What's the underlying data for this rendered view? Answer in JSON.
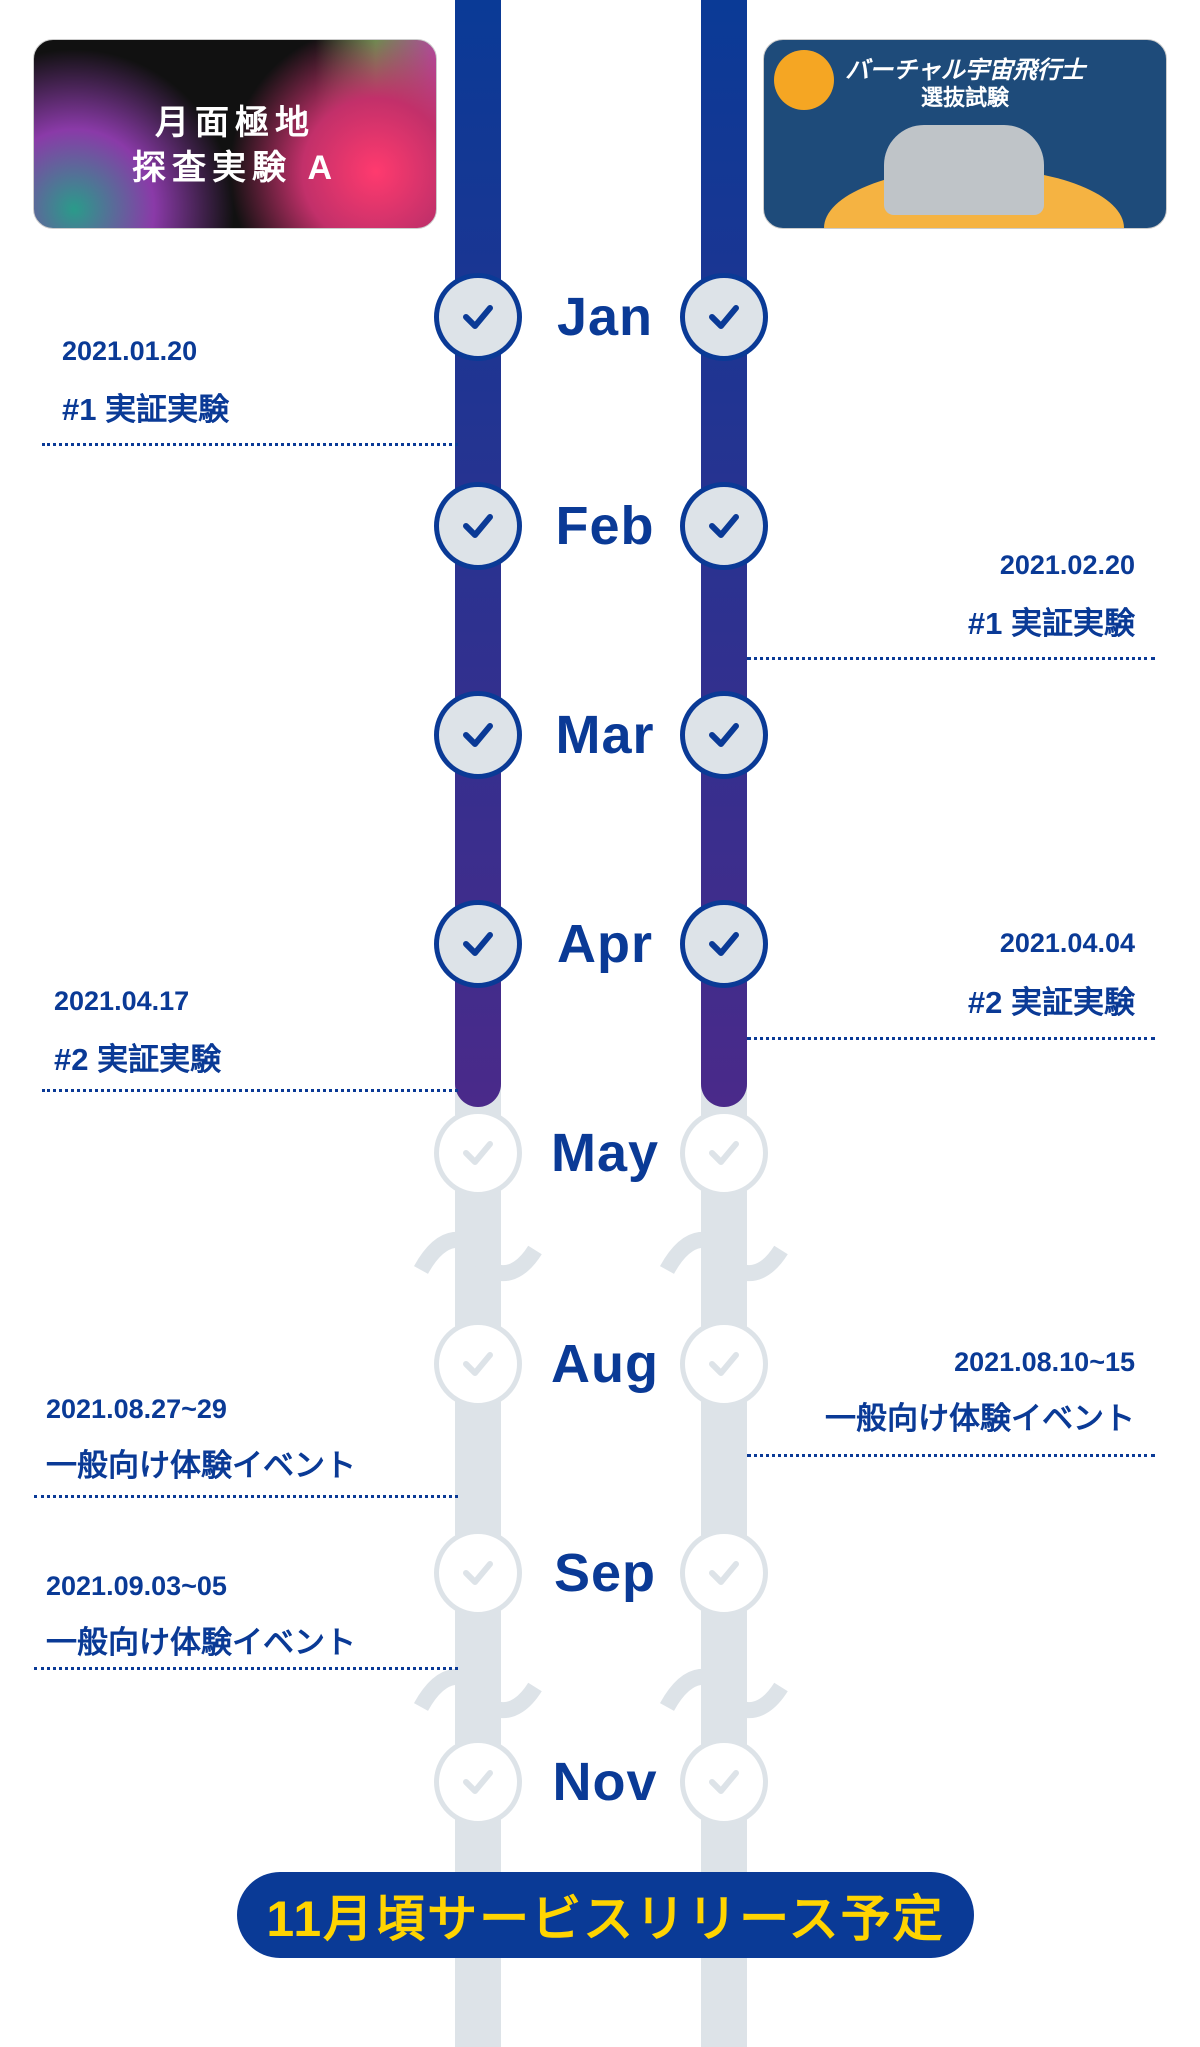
{
  "cards": [
    {
      "title_line1": "月面極地",
      "title_line2": "探査実験 A"
    },
    {
      "title_line1": "バーチャル宇宙飛行士",
      "title_line2": "選抜試験"
    }
  ],
  "months": [
    "Jan",
    "Feb",
    "Mar",
    "Apr",
    "May",
    "Aug",
    "Sep",
    "Nov"
  ],
  "completed_months": 4,
  "events": {
    "left": [
      {
        "date": "2021.01.20",
        "label": "#1 実証実験"
      },
      {
        "date": "2021.04.17",
        "label": "#2 実証実験"
      },
      {
        "date": "2021.08.27~29",
        "label": "一般向け体験イベント"
      },
      {
        "date": "2021.09.03~05",
        "label": "一般向け体験イベント"
      }
    ],
    "right": [
      {
        "date": "2021.02.20",
        "label": "#1 実証実験"
      },
      {
        "date": "2021.04.04",
        "label": "#2 実証実験"
      },
      {
        "date": "2021.08.10~15",
        "label": "一般向け体験イベント"
      }
    ]
  },
  "banner": "11月頃サービスリリース予定",
  "colors": {
    "primary": "#0a3a96",
    "purple": "#4a2a8a",
    "gray": "#dde3e8",
    "banner_text": "#ffd400"
  }
}
